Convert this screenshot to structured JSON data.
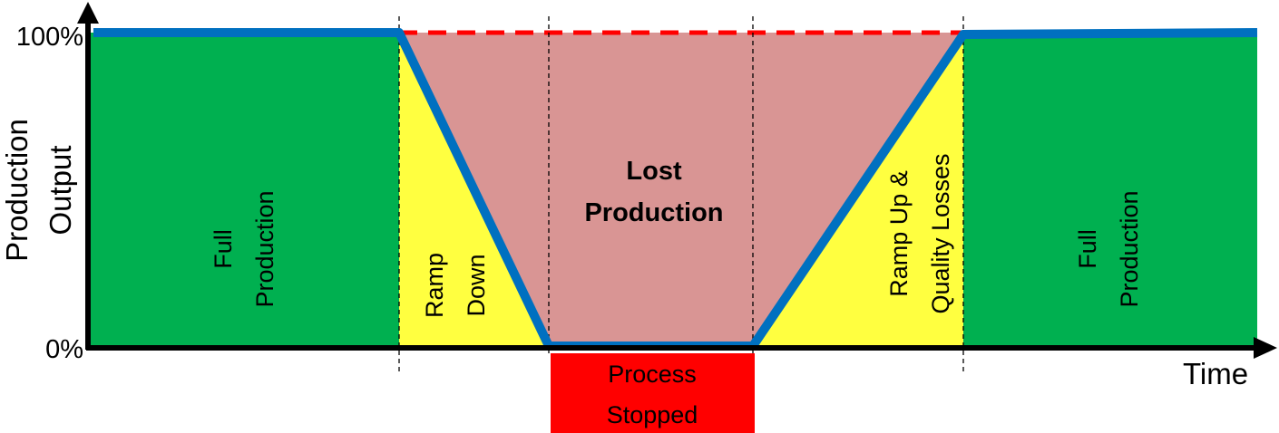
{
  "y_axis": {
    "label_line1": "Production",
    "label_line2": "Output",
    "tick_top": "100%",
    "tick_bottom": "0%"
  },
  "x_axis": {
    "label": "Time"
  },
  "zones": {
    "full_production_left": {
      "line1": "Full",
      "line2": "Production"
    },
    "ramp_down": {
      "line1": "Ramp",
      "line2": "Down"
    },
    "lost_production": {
      "line1": "Lost",
      "line2": "Production"
    },
    "ramp_up": {
      "line1": "Ramp Up &",
      "line2": "Quality Losses"
    },
    "full_production_right": {
      "line1": "Full",
      "line2": "Production"
    }
  },
  "process_stopped": {
    "line1": "Process",
    "line2": "Stopped"
  },
  "colors": {
    "full_production": "#00b050",
    "ramp": "#ffff40",
    "lost_production": "#d99594",
    "output_line": "#0070c0",
    "target_line": "#ff0000",
    "process_stopped": "#ff0000"
  }
}
